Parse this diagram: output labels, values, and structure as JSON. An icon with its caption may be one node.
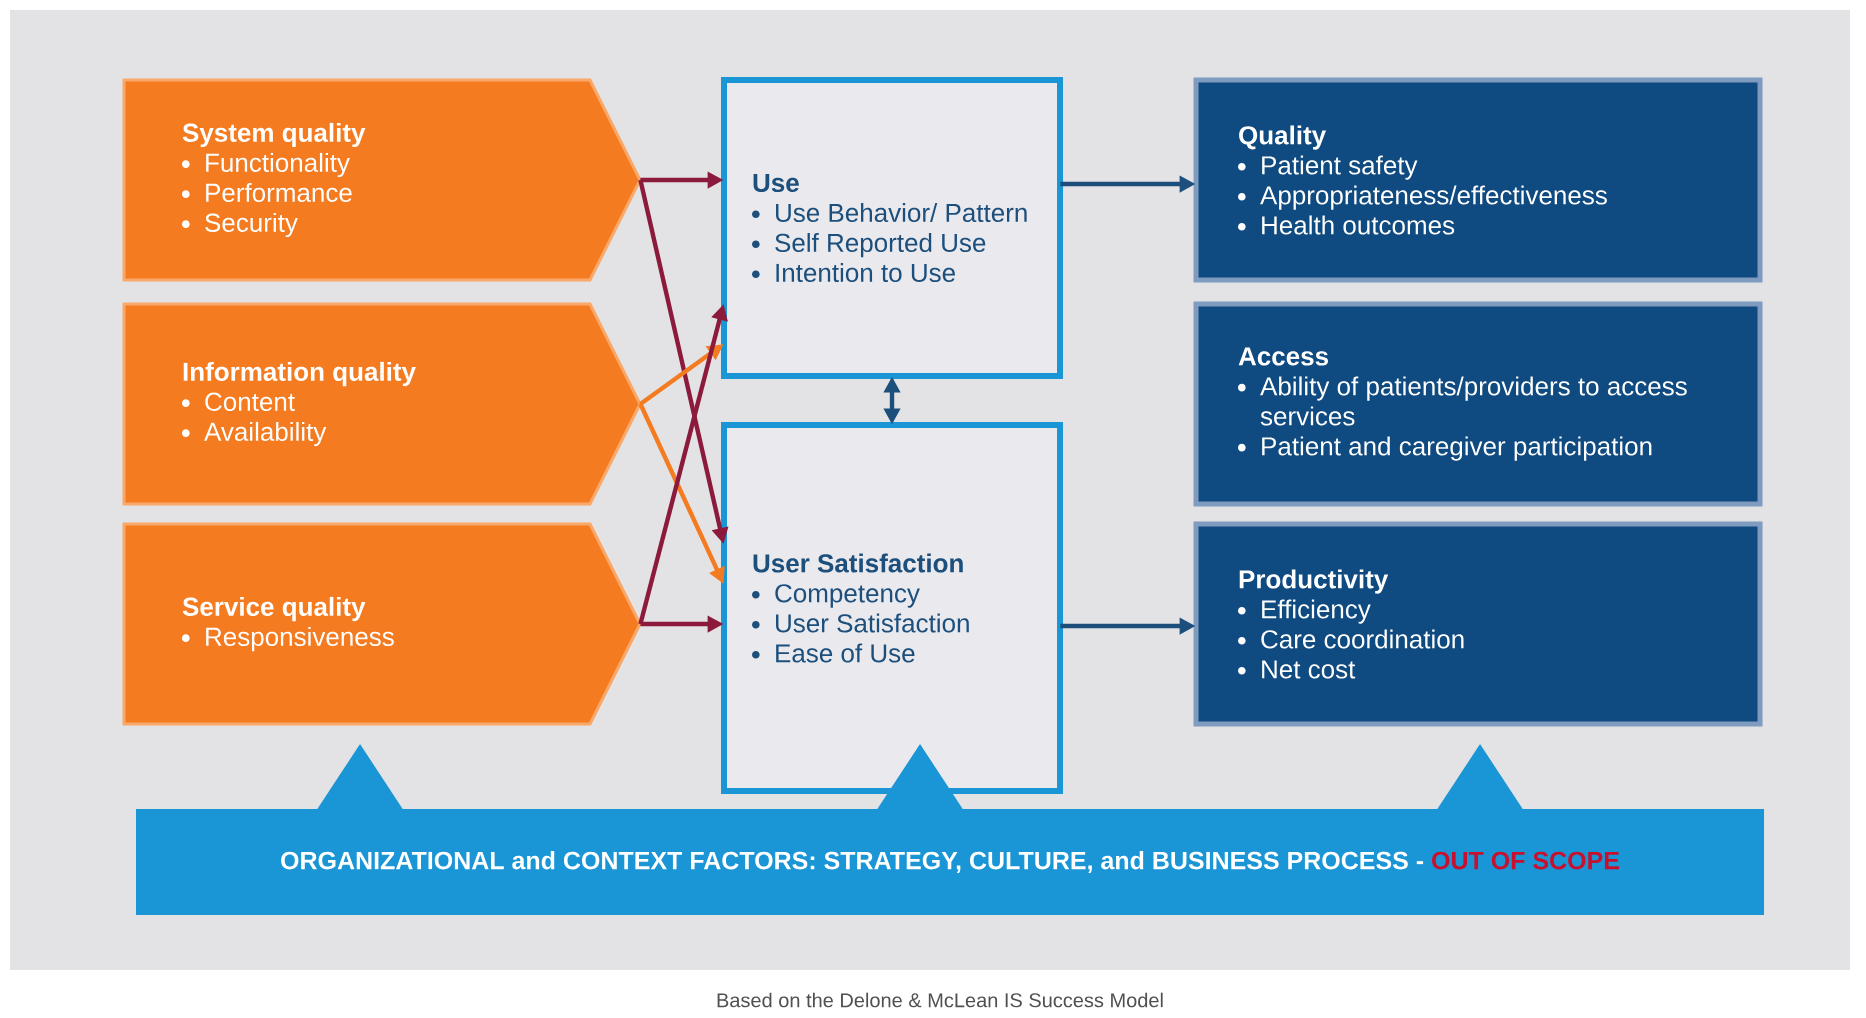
{
  "diagram": {
    "caption": "Based on the Delone & McLean IS Success Model",
    "nodes": [
      {
        "text": [
          "System quality",
          "Functionality",
          "Performance",
          "Security"
        ]
      },
      {
        "text": [
          "Information quality",
          "Content",
          "Availability"
        ]
      },
      {
        "text": [
          "Service quality",
          "Responsiveness"
        ]
      },
      {
        "text": [
          "Use",
          "Use Behavior/ Pattern",
          "Self Reported Use",
          "Intention to Use"
        ]
      },
      {
        "text": [
          "User Satisfaction",
          "Competency",
          "User Satisfaction",
          "Ease of Use"
        ]
      },
      {
        "text": [
          "Quality",
          "Patient safety",
          "Appropriateness/effectiveness",
          "Health outcomes"
        ]
      },
      {
        "text": [
          "Access",
          "Ability of patients/providers to access services",
          "Patient and caregiver participation"
        ]
      },
      {
        "text": [
          "Productivity",
          "Efficiency",
          "Care coordination",
          "Net cost"
        ]
      },
      {
        "text": [
          "ORGANIZATIONAL and CONTEXT FACTORS: STRATEGY, CULTURE, and BUSINESS PROCESS -",
          "OUT OF SCOPE"
        ]
      }
    ],
    "edges": [
      {
        "from": 0,
        "to": 3,
        "arrow": "to",
        "color": "#8b1a3c"
      },
      {
        "from": 0,
        "to": 4,
        "arrow": "to",
        "color": "#8b1a3c"
      },
      {
        "from": 1,
        "to": 3,
        "arrow": "to",
        "color": "#f47b20"
      },
      {
        "from": 1,
        "to": 4,
        "arrow": "to",
        "color": "#f47b20"
      },
      {
        "from": 2,
        "to": 3,
        "arrow": "to",
        "color": "#8b1a3c"
      },
      {
        "from": 2,
        "to": 4,
        "arrow": "to",
        "color": "#8b1a3c"
      },
      {
        "from": 3,
        "to": 4,
        "arrow": "both",
        "color": "#1d4f7c"
      },
      {
        "from": 3,
        "to": 5,
        "arrow": "to",
        "color": "#1d4f7c"
      },
      {
        "from": 4,
        "to": 7,
        "arrow": "to",
        "color": "#1d4f7c"
      }
    ]
  }
}
